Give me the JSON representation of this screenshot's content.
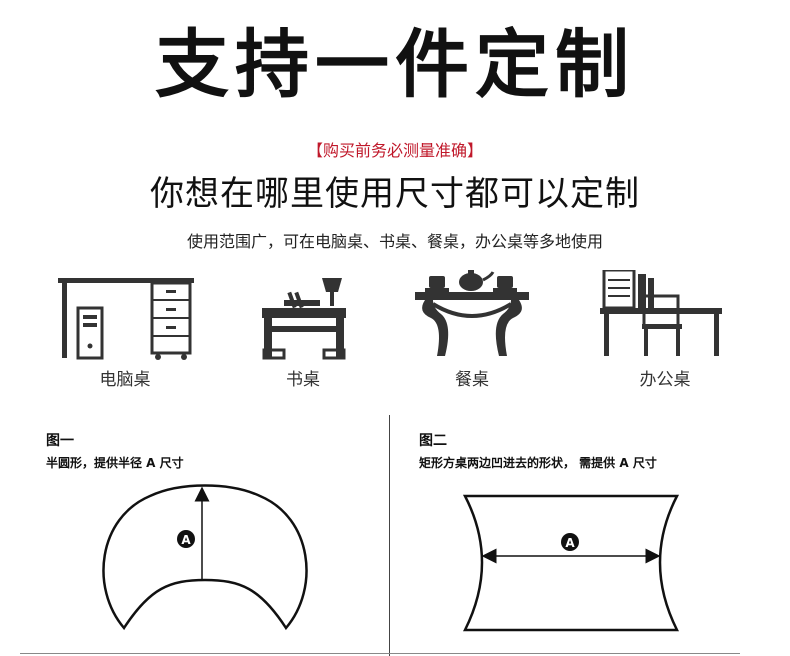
{
  "header": {
    "headline": "支持一件定制",
    "note": "【购买前务必测量准确】",
    "subtitle": "你想在哪里使用尺寸都可以定制",
    "description": "使用范围广，可在电脑桌、书桌、餐桌，办公桌等多地使用"
  },
  "desks": [
    {
      "label": "电脑桌",
      "icon": "computer-desk-icon"
    },
    {
      "label": "书桌",
      "icon": "writing-desk-icon"
    },
    {
      "label": "餐桌",
      "icon": "dining-table-icon"
    },
    {
      "label": "办公桌",
      "icon": "office-desk-icon"
    }
  ],
  "figures": [
    {
      "title": "图一",
      "description": "半圆形，提供半径 A 尺寸",
      "marker": "A"
    },
    {
      "title": "图二",
      "description": "矩形方桌两边凹进去的形状， 需提供 A 尺寸",
      "marker": "A"
    }
  ],
  "colors": {
    "accent": "#c0182a",
    "ink": "#111111",
    "icon": "#333333"
  }
}
